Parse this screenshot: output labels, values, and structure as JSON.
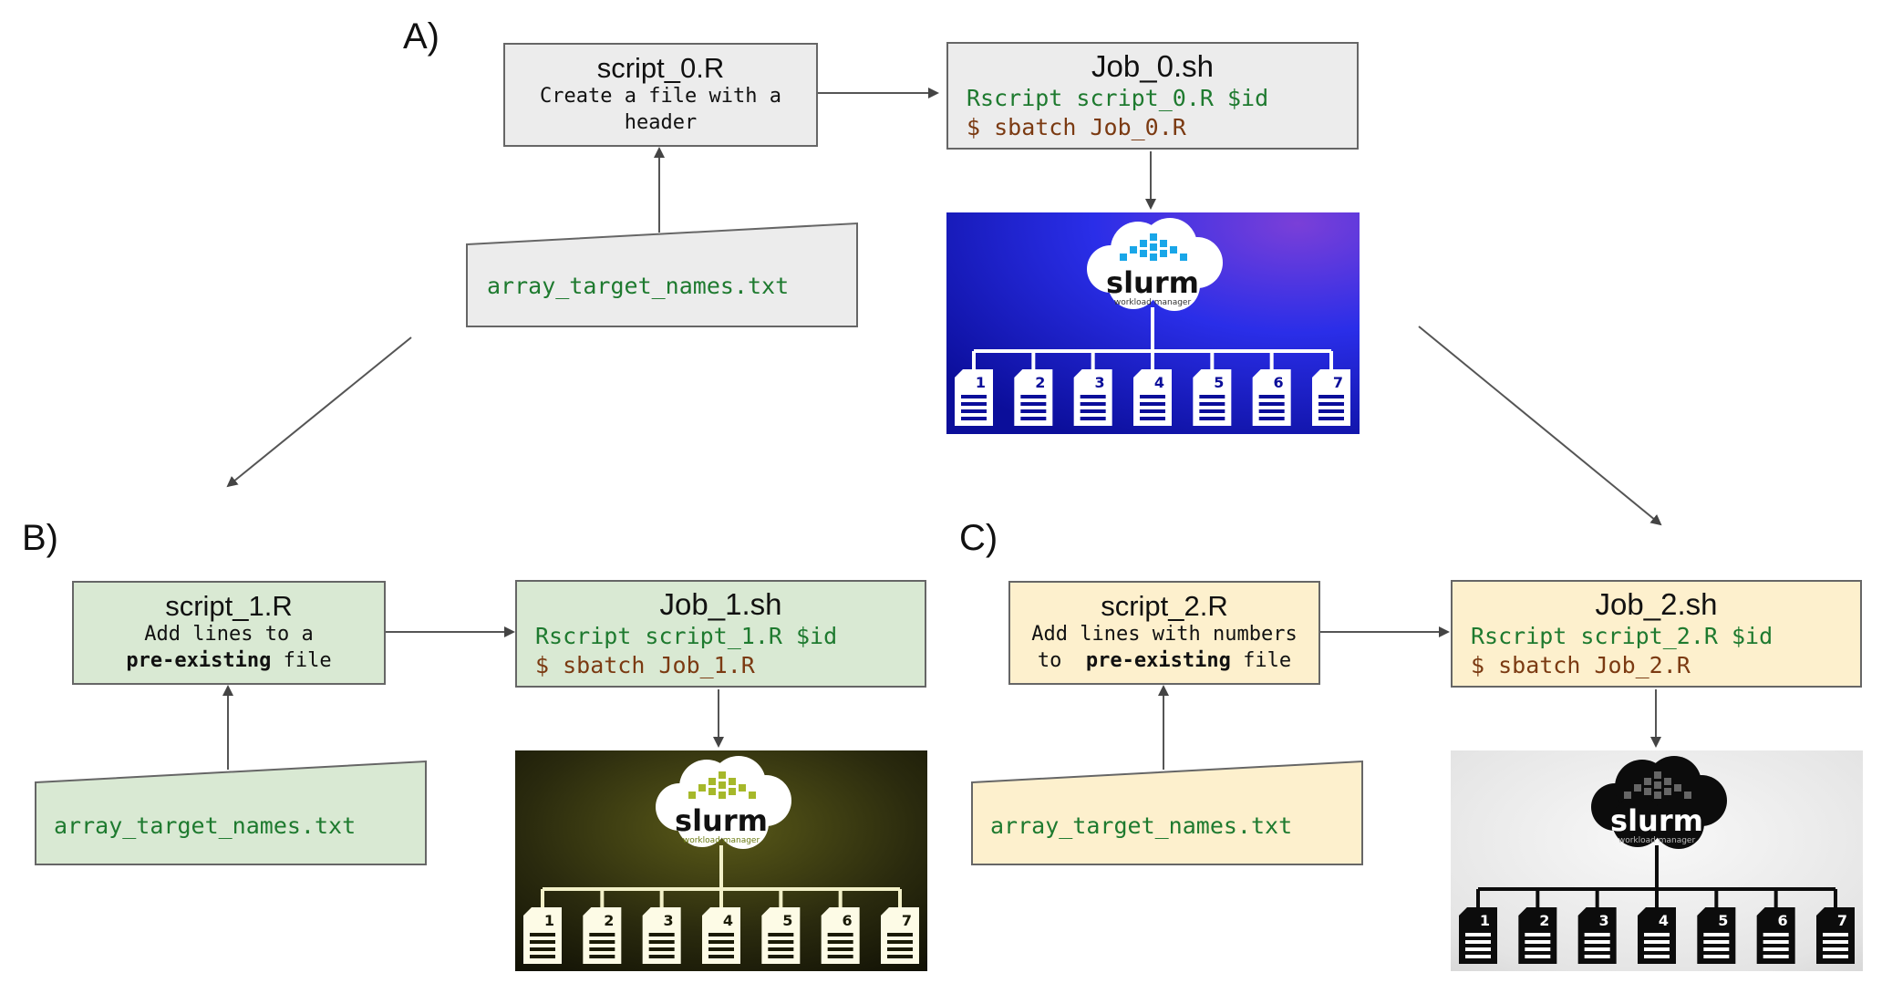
{
  "sections": {
    "a": {
      "label": "A)",
      "script": {
        "title": "script_0.R",
        "desc_lines": [
          "Create a file with a",
          "header"
        ]
      },
      "job": {
        "title": "Job_0.sh",
        "rscript": "Rscript script_0.R $id",
        "sbatch": "$ sbatch Job_0.R"
      },
      "input_file": "array_target_names.txt",
      "panel_bg": "#1a1fc8"
    },
    "b": {
      "label": "B)",
      "script": {
        "title": "script_1.R",
        "desc_line1": "Add lines to a",
        "desc_bold": "pre-existing",
        "desc_rest": " file"
      },
      "job": {
        "title": "Job_1.sh",
        "rscript": "Rscript script_1.R $id",
        "sbatch": "$ sbatch Job_1.R"
      },
      "input_file": "array_target_names.txt",
      "panel_bg": "#2a2a0e"
    },
    "c": {
      "label": "C)",
      "script": {
        "title": "script_2.R",
        "desc_line1": "Add lines with numbers",
        "desc_pre": "to  ",
        "desc_bold": "pre-existing",
        "desc_rest": " file"
      },
      "job": {
        "title": "Job_2.sh",
        "rscript": "Rscript script_2.R $id",
        "sbatch": "$ sbatch Job_2.R"
      },
      "input_file": "array_target_names.txt",
      "panel_bg": "#e6e6e6"
    }
  },
  "slurm_logo": {
    "word": "slurm",
    "tagline": "workload manager"
  },
  "array_tasks": [
    "1",
    "2",
    "3",
    "4",
    "5",
    "6",
    "7"
  ],
  "colors": {
    "box_grey": "#ececec",
    "box_green": "#d9e9d3",
    "box_yellow": "#fdf0cd",
    "code_green": "#1e7a2f",
    "code_brown": "#7b3a12"
  }
}
